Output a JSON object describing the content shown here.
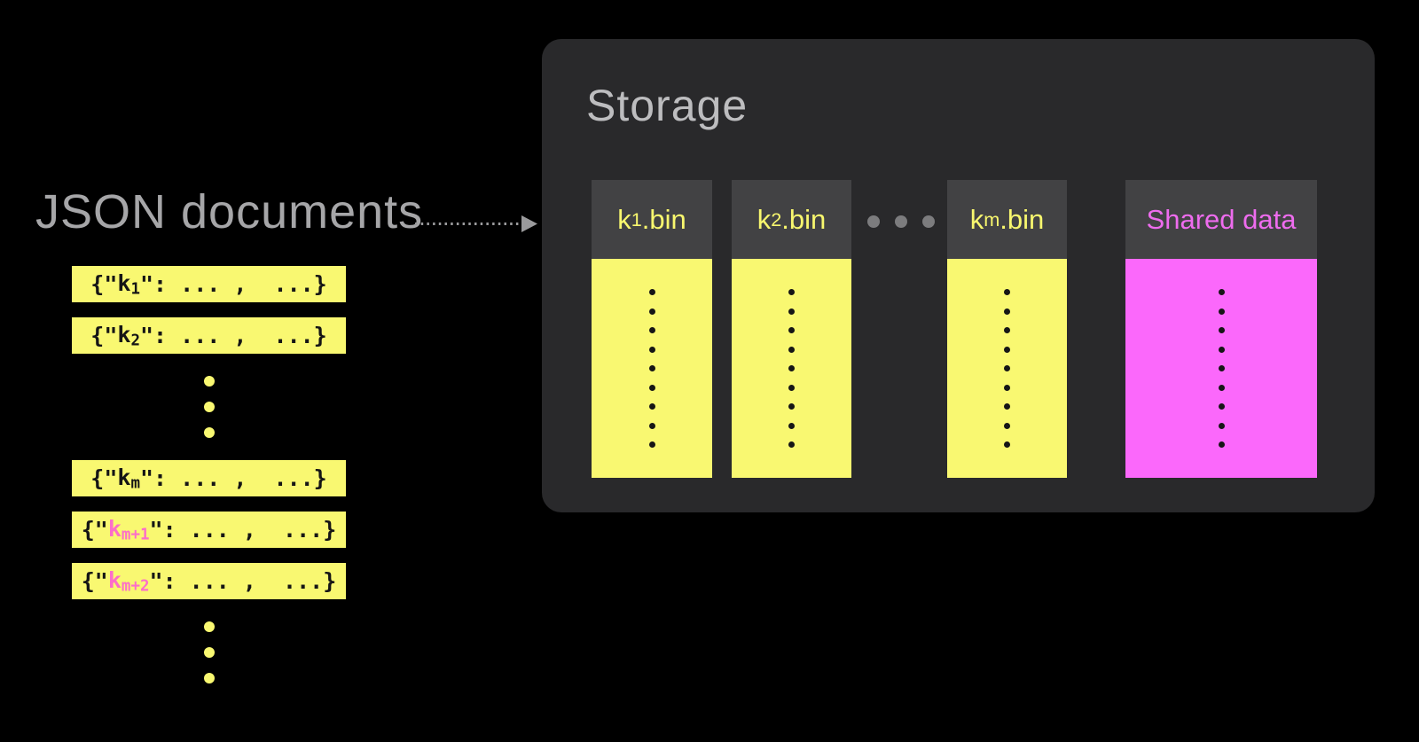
{
  "left": {
    "title": "JSON documents",
    "doc_prefix": "{\"",
    "doc_suffix": "\": ... ,  ...}",
    "rows": [
      {
        "type": "doc",
        "key": "k",
        "sub": "1",
        "pink": false
      },
      {
        "type": "doc",
        "key": "k",
        "sub": "2",
        "pink": false
      },
      {
        "type": "dots",
        "count": 3
      },
      {
        "type": "doc",
        "key": "k",
        "sub": "m",
        "pink": false
      },
      {
        "type": "doc",
        "key": "k",
        "sub": "m+1",
        "pink": true
      },
      {
        "type": "doc",
        "key": "k",
        "sub": "m+2",
        "pink": true
      },
      {
        "type": "dots",
        "count": 3
      }
    ]
  },
  "storage": {
    "title": "Storage",
    "columns": [
      {
        "type": "bin",
        "key": "k",
        "sub": "1",
        "ext": ".bin",
        "variant": "yellow"
      },
      {
        "type": "bin",
        "key": "k",
        "sub": "2",
        "ext": ".bin",
        "variant": "yellow"
      },
      {
        "type": "ellipsis"
      },
      {
        "type": "bin",
        "key": "k",
        "sub": "m",
        "ext": ".bin",
        "variant": "yellow"
      },
      {
        "type": "shared",
        "label": "Shared data",
        "variant": "magenta"
      }
    ],
    "dots_per_column": 9
  },
  "colors": {
    "background": "#000000",
    "storage_panel": "#29292B",
    "header_cell": "#424244",
    "yellow": "#F9F871",
    "magenta": "#FB68FB",
    "shared_text_pink": "#EE6CEE",
    "doc_key_pink": "#FC6EC9",
    "json_title_gray": "#A6A6A8",
    "storage_title_gray": "#BDBDBF",
    "arrow_gray": "#9A9A9C",
    "body_dot_black": "#161616",
    "ellipsis_gray": "#7C7C7E"
  }
}
